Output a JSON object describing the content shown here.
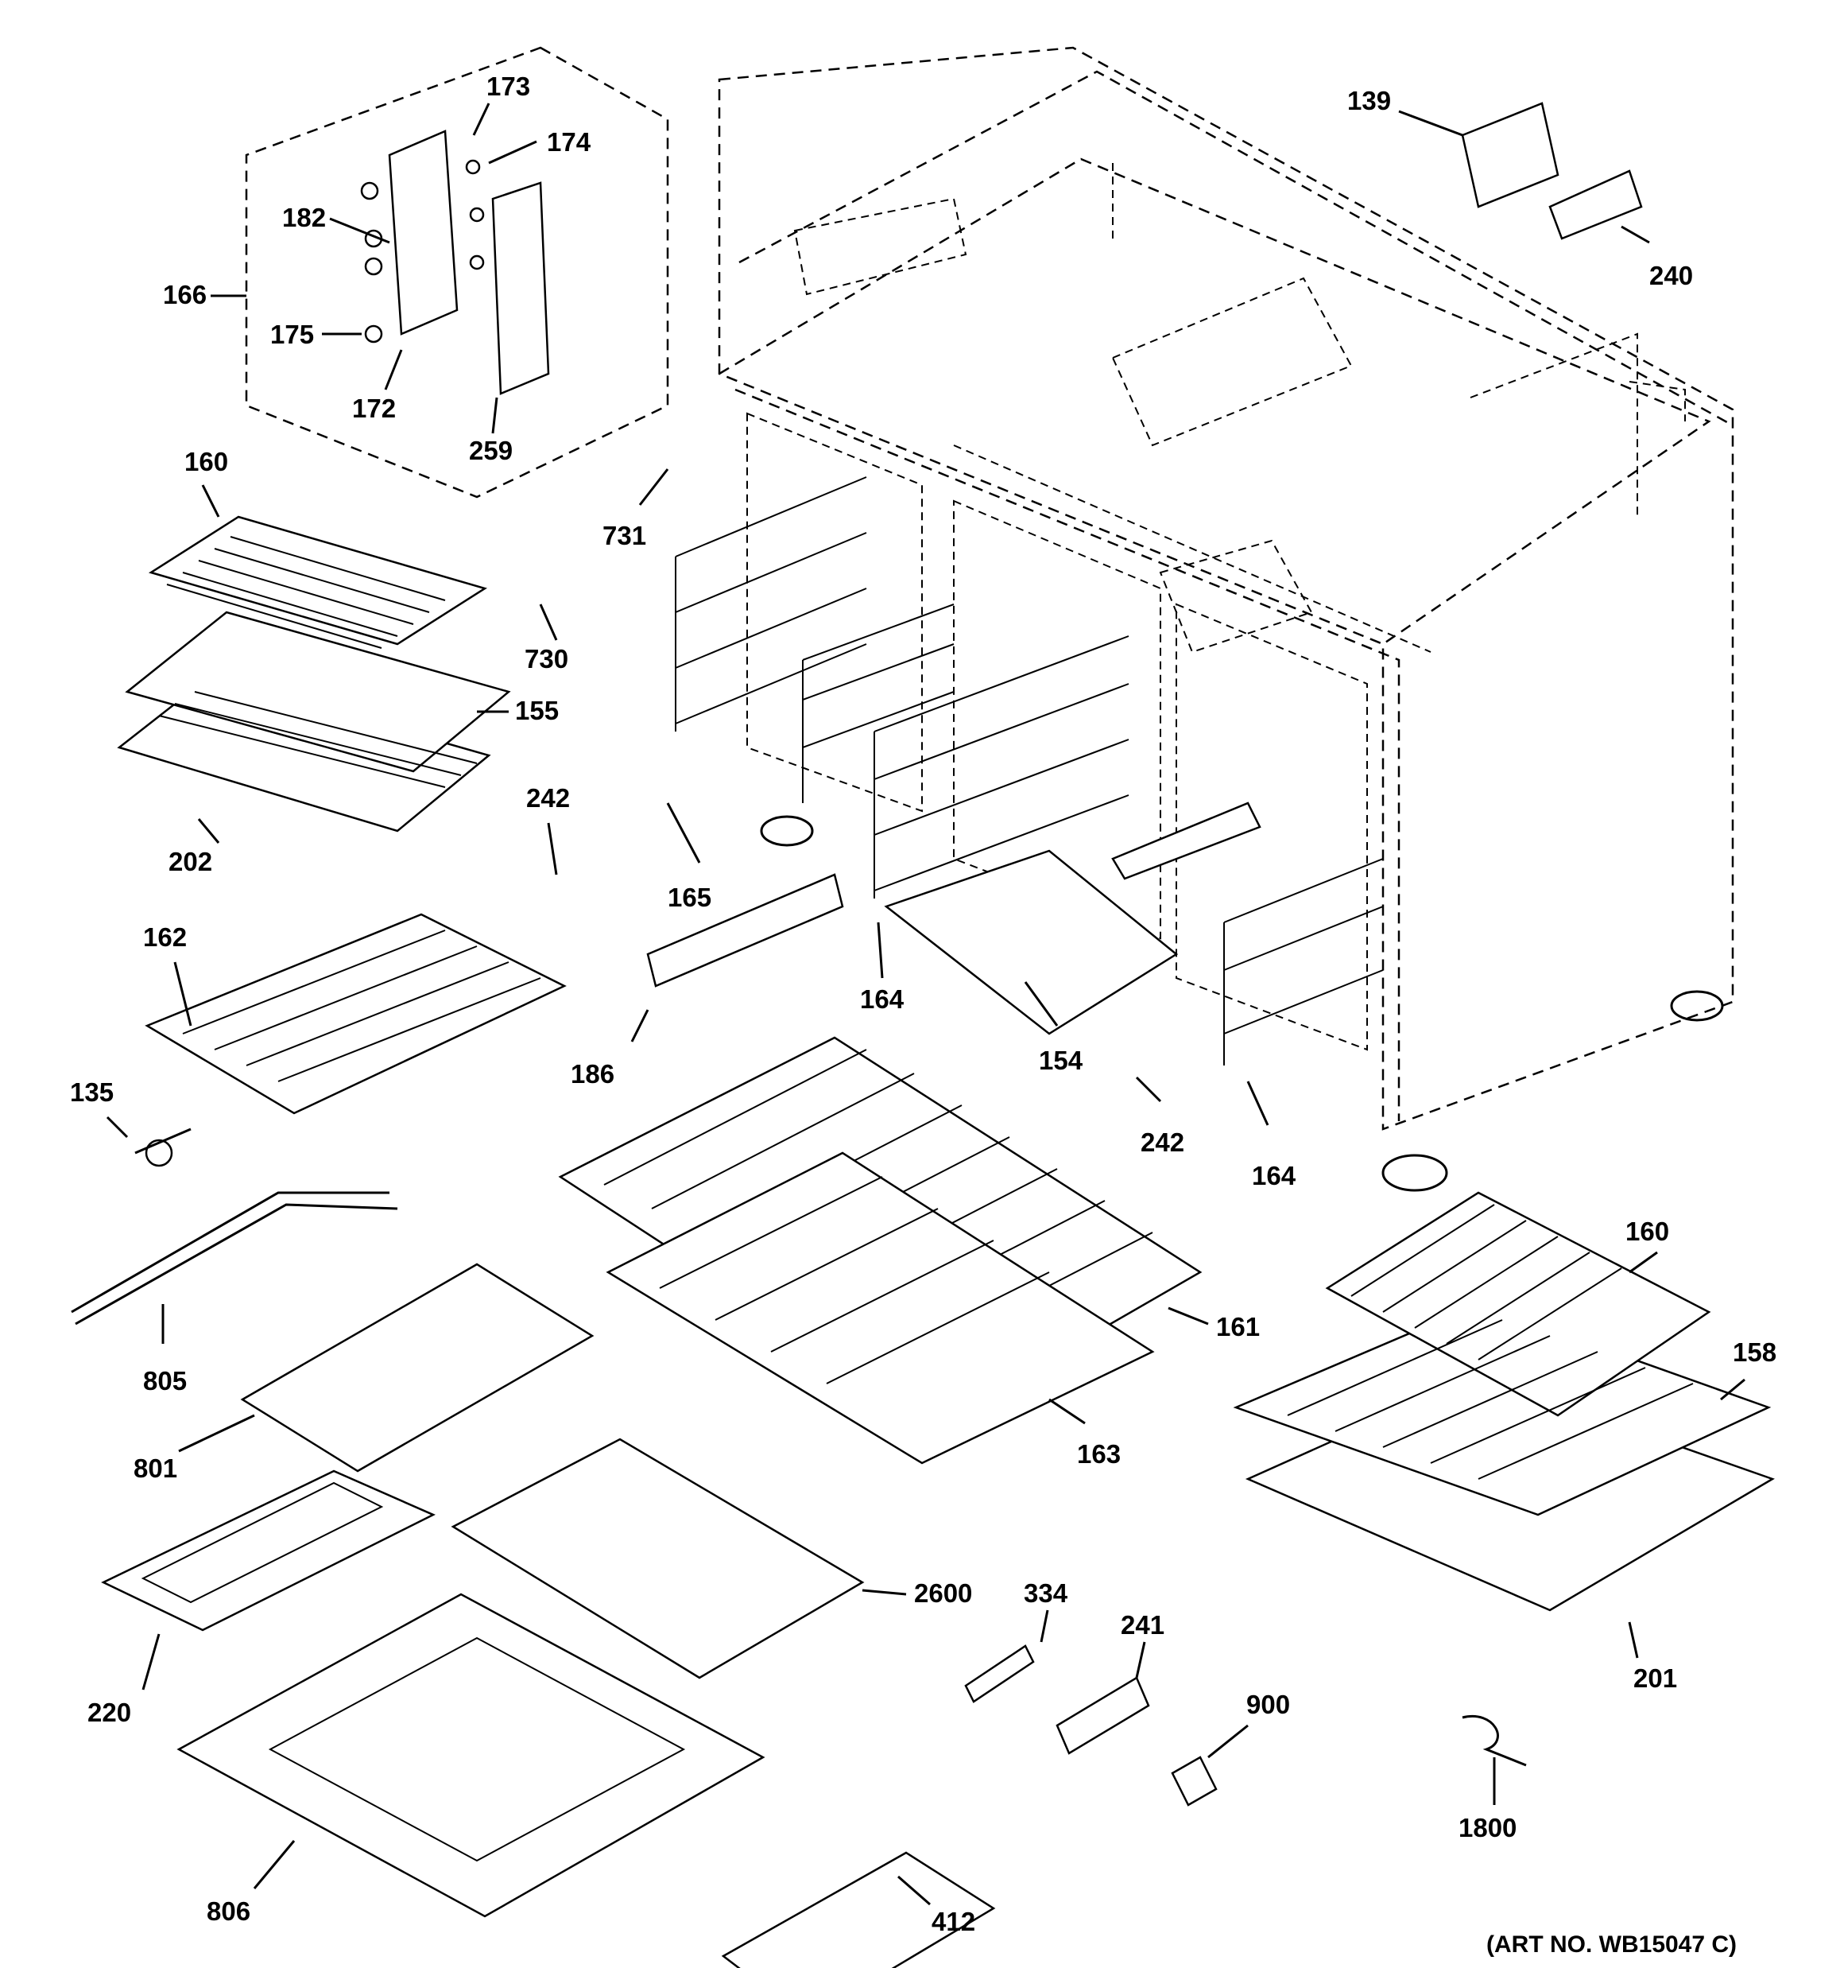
{
  "diagram": {
    "art_number": "(ART NO. WB15047 C)",
    "labels": {
      "p173": "173",
      "p174": "174",
      "p182": "182",
      "p166": "166",
      "p175": "175",
      "p172": "172",
      "p259": "259",
      "p160a": "160",
      "p139": "139",
      "p240": "240",
      "p731": "731",
      "p730": "730",
      "p155": "155",
      "p202": "202",
      "p242a": "242",
      "p165": "165",
      "p162": "162",
      "p164a": "164",
      "p154": "154",
      "p186": "186",
      "p135": "135",
      "p242b": "242",
      "p164b": "164",
      "p805": "805",
      "p160b": "160",
      "p161": "161",
      "p158": "158",
      "p801": "801",
      "p163": "163",
      "p2600": "2600",
      "p334": "334",
      "p241": "241",
      "p900": "900",
      "p220": "220",
      "p201": "201",
      "p1800": "1800",
      "p806": "806",
      "p412": "412"
    }
  }
}
